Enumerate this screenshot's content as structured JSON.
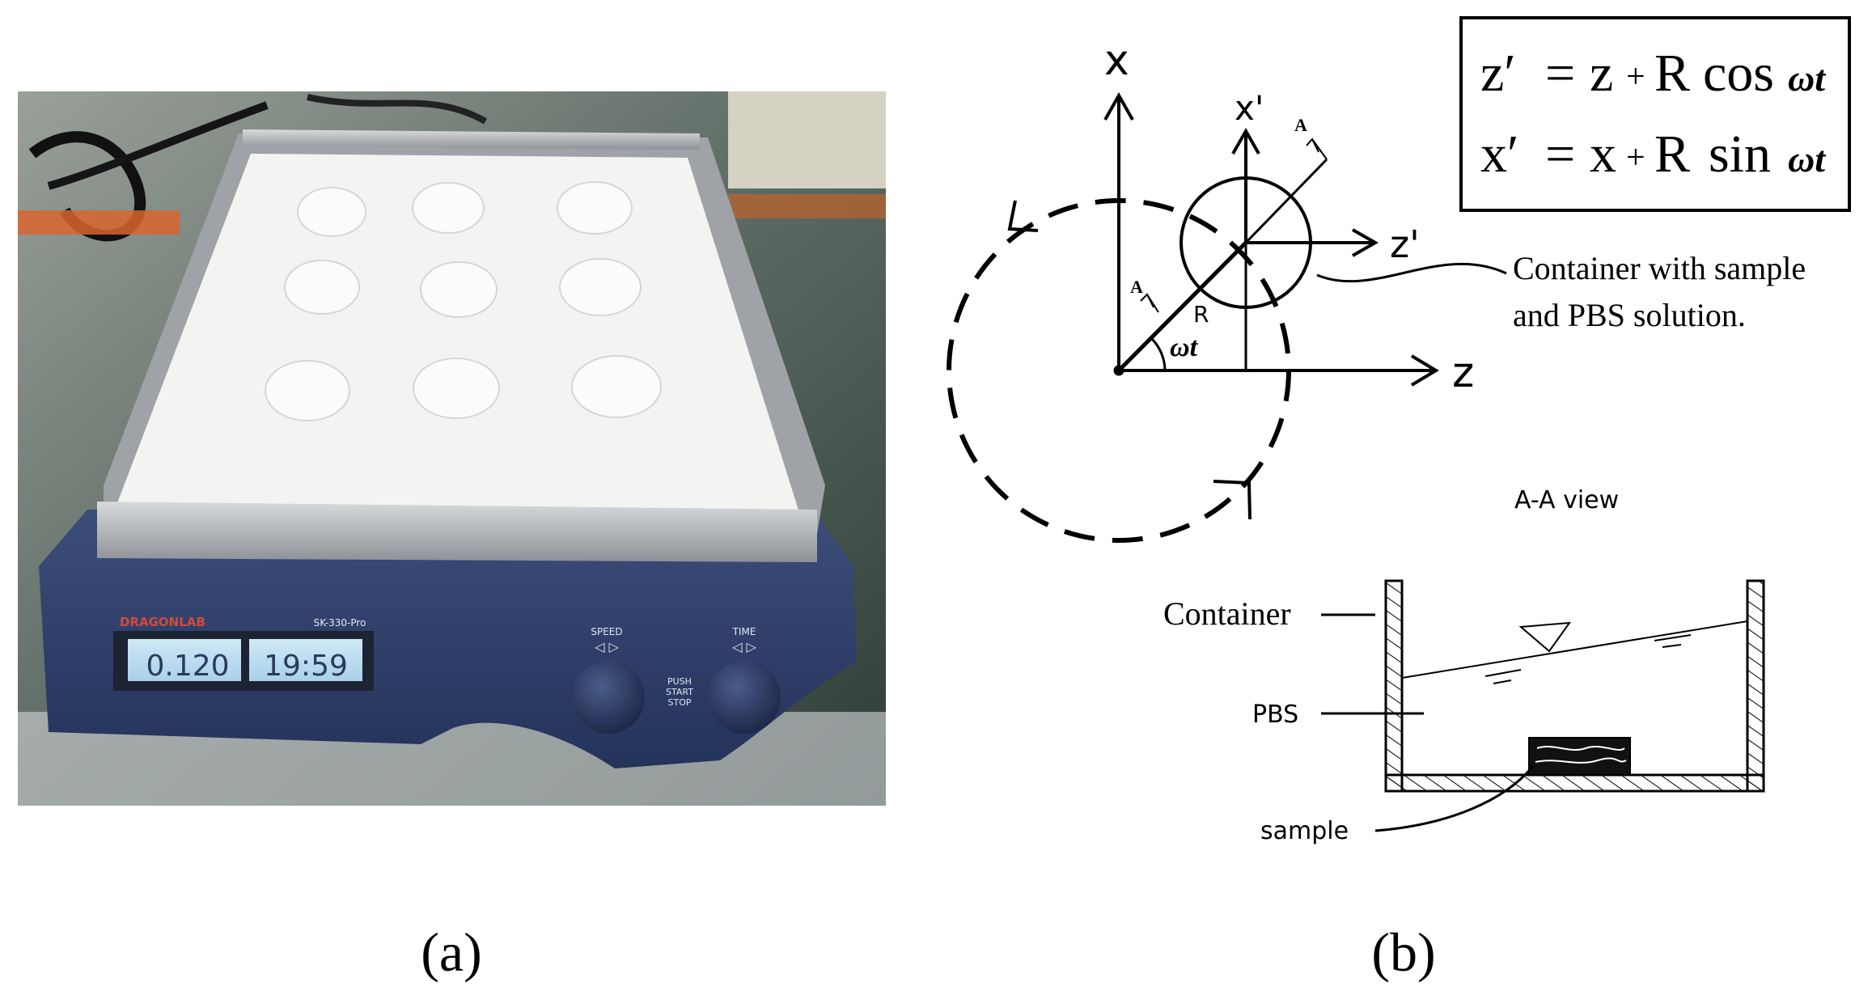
{
  "panel_a": {
    "caption": "(a)",
    "device": {
      "brand": "DRAGONLAB",
      "model": "SK-330-Pro",
      "display_speed": "0.120",
      "display_time": "19:59",
      "speed_label": "SPEED",
      "time_label": "TIME",
      "push_text": [
        "PUSH",
        "START",
        "STOP"
      ]
    }
  },
  "panel_b": {
    "caption": "(b)",
    "equation_z": {
      "lhs": "z′",
      "eq": "=",
      "var": "z",
      "plus": "+",
      "r": "R",
      "fn": "cos",
      "arg": "ωt"
    },
    "equation_x": {
      "lhs": "x′",
      "eq": "=",
      "var": "x",
      "plus": "+",
      "r": "R",
      "fn": "sin",
      "arg": "ωt"
    },
    "axis_x": "x",
    "axis_z": "z",
    "axis_x_prime": "x'",
    "axis_z_prime": "z'",
    "label_A_top": "A",
    "label_A_left": "A",
    "label_R": "R",
    "label_omega_t": "ωt",
    "container_note_line1": "Container with sample",
    "container_note_line2": "and PBS solution.",
    "section_title": "A-A  view",
    "label_container": "Container",
    "label_pbs": "PBS",
    "label_sample": "sample"
  }
}
